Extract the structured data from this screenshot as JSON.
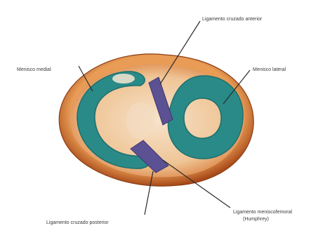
{
  "labels": {
    "top_right": "Ligamento cruzado anterior",
    "left": "Menisco medial",
    "right": "Menisco lateral",
    "bottom_left": "Ligamento cruzado posterior",
    "bottom_right_line1": "Ligamento meniscofemoral",
    "bottom_right_line2": "(Humphrey)"
  },
  "colors": {
    "meniscus": "#2a8a88",
    "meniscus_dark": "#1c6f6e",
    "cartilage": "#f3dcc0",
    "bone_rim": "#e6954f",
    "bone_dark": "#b4531f",
    "ligament": "#5b5193",
    "leader_line": "#2b2b2b"
  }
}
